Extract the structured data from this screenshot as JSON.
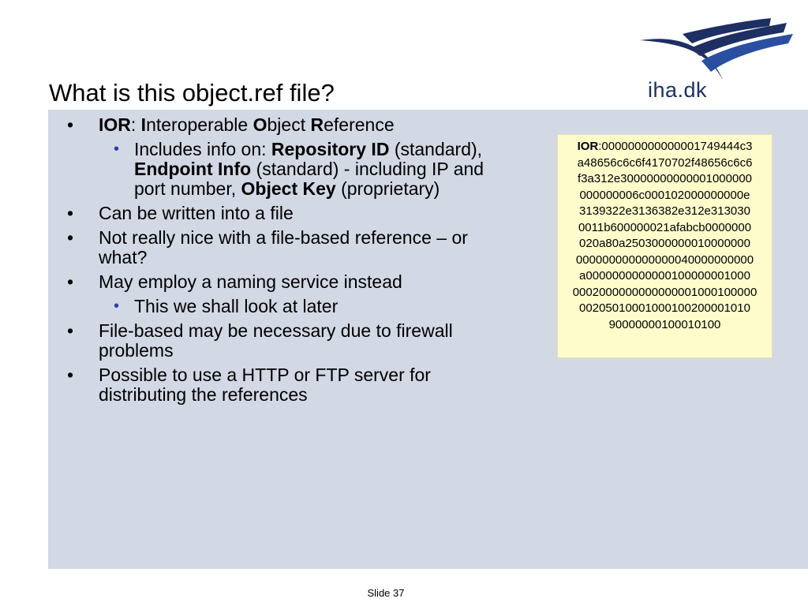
{
  "logo": {
    "text": "iha.dk",
    "colors": {
      "navy": "#1d2f63",
      "accent": "#2a4fa0"
    }
  },
  "title": "What is this object.ref file?",
  "bullets": [
    {
      "parts": [
        "IOR",
        ": ",
        "I",
        "nteroperable ",
        "O",
        "bject ",
        "R",
        "eference"
      ]
    },
    {
      "sub": true,
      "lines": [
        [
          "Includes info on: ",
          "Repository ID",
          " (standard),"
        ],
        [
          "Endpoint Info",
          " (standard) - including IP and"
        ],
        [
          "port number, ",
          "Object Key",
          " (proprietary)"
        ]
      ]
    },
    {
      "text": "Can be written into a file"
    },
    {
      "lines": [
        "Not really nice with a file-based reference – or",
        "what?"
      ]
    },
    {
      "text": "May employ a naming service instead"
    },
    {
      "sub": true,
      "text": "This we shall look at later"
    },
    {
      "lines": [
        "File-based may be necessary due to firewall",
        "problems"
      ]
    },
    {
      "lines": [
        "Possible to use a HTTP or FTP server for",
        "distributing the references"
      ]
    }
  ],
  "ior_box": {
    "label": "IOR",
    "first_line_rest": ":000000000000001749444c3",
    "lines": [
      "a48656c6c6f4170702f48656c6c6",
      "f3a312e30000000000001000000",
      "000000006c000102000000000e",
      "3139322e3136382e312e313030",
      "0011b600000021afabcb0000000",
      "020a80a2503000000010000000",
      "000000000000000040000000000",
      "a0000000000000100000001000",
      "0002000000000000001000100000",
      "0020501000100010020000101​0",
      "90000000100010100"
    ],
    "background": "#fffccc"
  },
  "panel_color": "#d3d8e5",
  "footer": {
    "slide_label": "Slide 37"
  }
}
